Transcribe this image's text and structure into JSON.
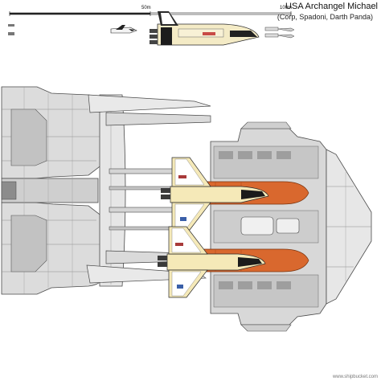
{
  "title": "USA Archangel Michael",
  "subtitle": "(Corp, Spadoni, Darth Panda)",
  "scale": {
    "label_mid": "50m",
    "label_end": "100m"
  },
  "credit": "www.shipbucket.com",
  "colors": {
    "hull_light": "#e4e4e4",
    "hull_mid": "#c8c8c8",
    "hull_dark": "#9a9a9a",
    "outline": "#4a4a4a",
    "tank_orange": "#d9682e",
    "tank_shadow": "#b54e1c",
    "orbiter_cream": "#f5e9b8",
    "orbiter_black": "#1b1b1b"
  }
}
